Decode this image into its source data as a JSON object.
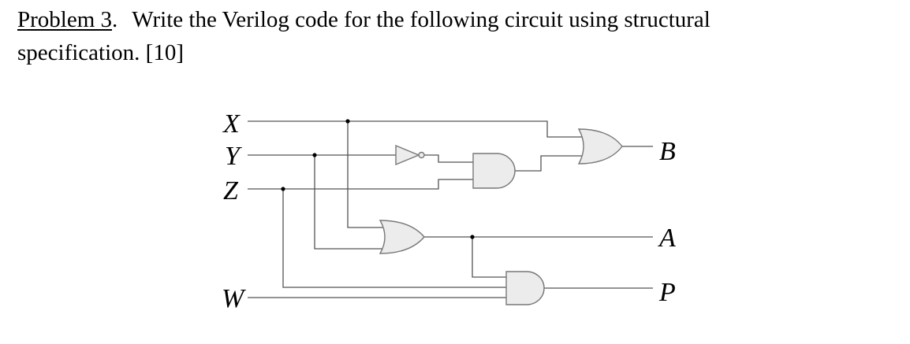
{
  "problem": {
    "label": "Problem 3",
    "after_label": ".",
    "statement_line1": "Write the Verilog code for the following circuit using structural",
    "statement_line2": "specification. [10]"
  },
  "circuit": {
    "inputs": [
      "X",
      "Y",
      "Z",
      "W"
    ],
    "outputs": [
      "B",
      "A",
      "P"
    ],
    "gates": [
      {
        "name": "inv-y",
        "type": "NOT",
        "in": [
          "Y"
        ]
      },
      {
        "name": "and-1",
        "type": "AND",
        "in": [
          "NOT Y",
          "Z"
        ]
      },
      {
        "name": "or-b",
        "type": "OR",
        "in": [
          "X",
          "AND-1"
        ],
        "out": "B"
      },
      {
        "name": "or-a",
        "type": "OR",
        "in": [
          "X",
          "Y"
        ],
        "out": "A"
      },
      {
        "name": "and-p",
        "type": "AND",
        "in": [
          "A",
          "Z",
          "W"
        ],
        "out": "P"
      }
    ]
  }
}
